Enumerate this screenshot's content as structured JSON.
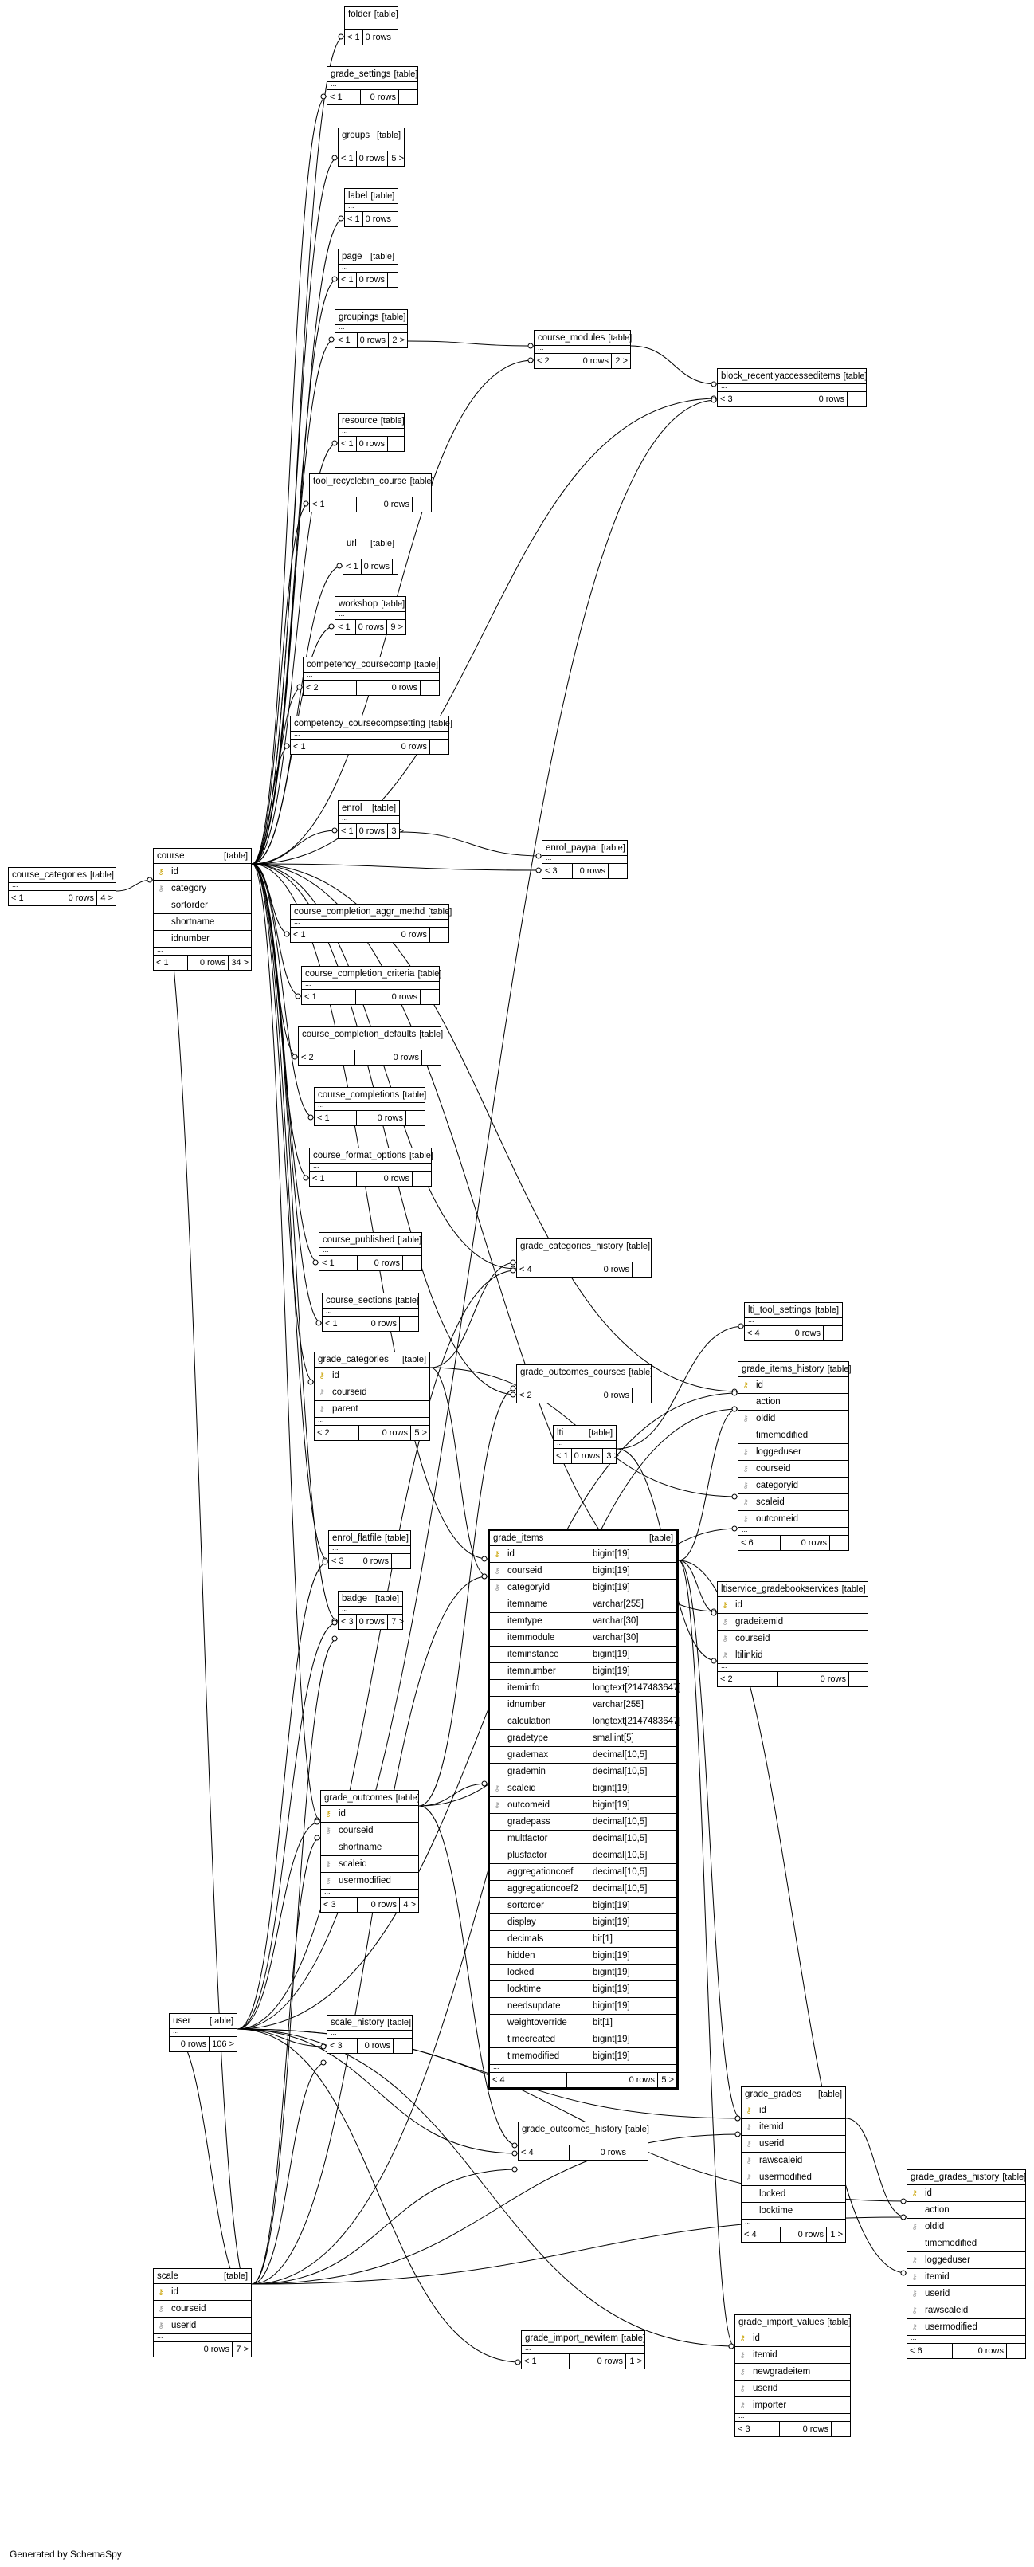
{
  "footer_text": "Generated by SchemaSpy",
  "table_tag": "[table]",
  "colors": {
    "line": "#000000",
    "key_icon": "#c9a200",
    "fk_icon": "#999999"
  },
  "tables": [
    {
      "name": "folder",
      "footer": [
        "< 1",
        "0 rows",
        ""
      ]
    },
    {
      "name": "grade_settings",
      "footer": [
        "< 1",
        "0 rows",
        ""
      ]
    },
    {
      "name": "groups",
      "footer": [
        "< 1",
        "0 rows",
        "5 >"
      ]
    },
    {
      "name": "label",
      "footer": [
        "< 1",
        "0 rows",
        ""
      ]
    },
    {
      "name": "page",
      "footer": [
        "< 1",
        "0 rows",
        ""
      ]
    },
    {
      "name": "groupings",
      "footer": [
        "< 1",
        "0 rows",
        "2 >"
      ]
    },
    {
      "name": "course_modules",
      "footer": [
        "< 2",
        "0 rows",
        "2 >"
      ]
    },
    {
      "name": "block_recentlyaccesseditems",
      "footer": [
        "< 3",
        "0 rows",
        ""
      ]
    },
    {
      "name": "resource",
      "footer": [
        "< 1",
        "0 rows",
        ""
      ]
    },
    {
      "name": "tool_recyclebin_course",
      "footer": [
        "< 1",
        "0 rows",
        ""
      ]
    },
    {
      "name": "url",
      "footer": [
        "< 1",
        "0 rows",
        ""
      ]
    },
    {
      "name": "workshop",
      "footer": [
        "< 1",
        "0 rows",
        "9 >"
      ]
    },
    {
      "name": "competency_coursecomp",
      "footer": [
        "< 2",
        "0 rows",
        ""
      ]
    },
    {
      "name": "competency_coursecompsetting",
      "footer": [
        "< 1",
        "0 rows",
        ""
      ]
    },
    {
      "name": "course_categories",
      "footer": [
        "< 1",
        "0 rows",
        "4 >"
      ]
    },
    {
      "name": "course",
      "columns": [
        {
          "name": "id",
          "kind": "pk"
        },
        {
          "name": "category",
          "kind": "fk"
        },
        {
          "name": "sortorder",
          "kind": ""
        },
        {
          "name": "shortname",
          "kind": ""
        },
        {
          "name": "idnumber",
          "kind": ""
        }
      ],
      "footer": [
        "< 1",
        "0 rows",
        "34 >"
      ]
    },
    {
      "name": "enrol",
      "footer": [
        "< 1",
        "0 rows",
        "3 >"
      ]
    },
    {
      "name": "enrol_paypal",
      "footer": [
        "< 3",
        "0 rows",
        ""
      ]
    },
    {
      "name": "course_completion_aggr_methd",
      "footer": [
        "< 1",
        "0 rows",
        ""
      ]
    },
    {
      "name": "course_completion_criteria",
      "footer": [
        "< 1",
        "0 rows",
        ""
      ]
    },
    {
      "name": "course_completion_defaults",
      "footer": [
        "< 2",
        "0 rows",
        ""
      ]
    },
    {
      "name": "course_completions",
      "footer": [
        "< 1",
        "0 rows",
        ""
      ]
    },
    {
      "name": "course_format_options",
      "footer": [
        "< 1",
        "0 rows",
        ""
      ]
    },
    {
      "name": "course_published",
      "footer": [
        "< 1",
        "0 rows",
        ""
      ]
    },
    {
      "name": "grade_categories_history",
      "footer": [
        "< 4",
        "0 rows",
        ""
      ]
    },
    {
      "name": "course_sections",
      "footer": [
        "< 1",
        "0 rows",
        ""
      ]
    },
    {
      "name": "lti_tool_settings",
      "footer": [
        "< 4",
        "0 rows",
        ""
      ]
    },
    {
      "name": "grade_categories",
      "columns": [
        {
          "name": "id",
          "kind": "pk"
        },
        {
          "name": "courseid",
          "kind": "fk"
        },
        {
          "name": "parent",
          "kind": "fk"
        }
      ],
      "footer": [
        "< 2",
        "0 rows",
        "5 >"
      ]
    },
    {
      "name": "grade_outcomes_courses",
      "footer": [
        "< 2",
        "0 rows",
        ""
      ]
    },
    {
      "name": "grade_items_history",
      "columns": [
        {
          "name": "id",
          "kind": "pk"
        },
        {
          "name": "action",
          "kind": ""
        },
        {
          "name": "oldid",
          "kind": "fk"
        },
        {
          "name": "timemodified",
          "kind": ""
        },
        {
          "name": "loggeduser",
          "kind": "fk"
        },
        {
          "name": "courseid",
          "kind": "fk"
        },
        {
          "name": "categoryid",
          "kind": "fk"
        },
        {
          "name": "scaleid",
          "kind": "fk"
        },
        {
          "name": "outcomeid",
          "kind": "fk"
        }
      ],
      "footer": [
        "< 6",
        "0 rows",
        ""
      ]
    },
    {
      "name": "lti",
      "footer": [
        "< 1",
        "0 rows",
        "3 >"
      ]
    },
    {
      "name": "grade_items",
      "columns": [
        {
          "name": "id",
          "kind": "pk",
          "type": "bigint[19]"
        },
        {
          "name": "courseid",
          "kind": "fk",
          "type": "bigint[19]"
        },
        {
          "name": "categoryid",
          "kind": "fk",
          "type": "bigint[19]"
        },
        {
          "name": "itemname",
          "kind": "",
          "type": "varchar[255]"
        },
        {
          "name": "itemtype",
          "kind": "",
          "type": "varchar[30]"
        },
        {
          "name": "itemmodule",
          "kind": "",
          "type": "varchar[30]"
        },
        {
          "name": "iteminstance",
          "kind": "",
          "type": "bigint[19]"
        },
        {
          "name": "itemnumber",
          "kind": "",
          "type": "bigint[19]"
        },
        {
          "name": "iteminfo",
          "kind": "",
          "type": "longtext[2147483647]"
        },
        {
          "name": "idnumber",
          "kind": "",
          "type": "varchar[255]"
        },
        {
          "name": "calculation",
          "kind": "",
          "type": "longtext[2147483647]"
        },
        {
          "name": "gradetype",
          "kind": "",
          "type": "smallint[5]"
        },
        {
          "name": "grademax",
          "kind": "",
          "type": "decimal[10,5]"
        },
        {
          "name": "grademin",
          "kind": "",
          "type": "decimal[10,5]"
        },
        {
          "name": "scaleid",
          "kind": "fk",
          "type": "bigint[19]"
        },
        {
          "name": "outcomeid",
          "kind": "fk",
          "type": "bigint[19]"
        },
        {
          "name": "gradepass",
          "kind": "",
          "type": "decimal[10,5]"
        },
        {
          "name": "multfactor",
          "kind": "",
          "type": "decimal[10,5]"
        },
        {
          "name": "plusfactor",
          "kind": "",
          "type": "decimal[10,5]"
        },
        {
          "name": "aggregationcoef",
          "kind": "",
          "type": "decimal[10,5]"
        },
        {
          "name": "aggregationcoef2",
          "kind": "",
          "type": "decimal[10,5]"
        },
        {
          "name": "sortorder",
          "kind": "",
          "type": "bigint[19]"
        },
        {
          "name": "display",
          "kind": "",
          "type": "bigint[19]"
        },
        {
          "name": "decimals",
          "kind": "",
          "type": "bit[1]"
        },
        {
          "name": "hidden",
          "kind": "",
          "type": "bigint[19]"
        },
        {
          "name": "locked",
          "kind": "",
          "type": "bigint[19]"
        },
        {
          "name": "locktime",
          "kind": "",
          "type": "bigint[19]"
        },
        {
          "name": "needsupdate",
          "kind": "",
          "type": "bigint[19]"
        },
        {
          "name": "weightoverride",
          "kind": "",
          "type": "bit[1]"
        },
        {
          "name": "timecreated",
          "kind": "",
          "type": "bigint[19]"
        },
        {
          "name": "timemodified",
          "kind": "",
          "type": "bigint[19]"
        }
      ],
      "footer": [
        "< 4",
        "0 rows",
        "5 >"
      ]
    },
    {
      "name": "enrol_flatfile",
      "footer": [
        "< 3",
        "0 rows",
        ""
      ]
    },
    {
      "name": "ltiservice_gradebookservices",
      "columns": [
        {
          "name": "id",
          "kind": "pk"
        },
        {
          "name": "gradeitemid",
          "kind": "fk"
        },
        {
          "name": "courseid",
          "kind": "fk"
        },
        {
          "name": "ltilinkid",
          "kind": "fk"
        }
      ],
      "footer": [
        "< 2",
        "0 rows",
        ""
      ]
    },
    {
      "name": "badge",
      "footer": [
        "< 3",
        "0 rows",
        "7 >"
      ]
    },
    {
      "name": "grade_outcomes",
      "columns": [
        {
          "name": "id",
          "kind": "pk"
        },
        {
          "name": "courseid",
          "kind": "fk"
        },
        {
          "name": "shortname",
          "kind": ""
        },
        {
          "name": "scaleid",
          "kind": "fk"
        },
        {
          "name": "usermodified",
          "kind": "fk"
        }
      ],
      "footer": [
        "< 3",
        "0 rows",
        "4 >"
      ]
    },
    {
      "name": "user",
      "footer": [
        "",
        "0 rows",
        "106 >"
      ]
    },
    {
      "name": "scale_history",
      "footer": [
        "< 3",
        "0 rows",
        ""
      ]
    },
    {
      "name": "grade_grades",
      "columns": [
        {
          "name": "id",
          "kind": "pk"
        },
        {
          "name": "itemid",
          "kind": "fk"
        },
        {
          "name": "userid",
          "kind": "fk"
        },
        {
          "name": "rawscaleid",
          "kind": "fk"
        },
        {
          "name": "usermodified",
          "kind": "fk"
        },
        {
          "name": "locked",
          "kind": ""
        },
        {
          "name": "locktime",
          "kind": ""
        }
      ],
      "footer": [
        "< 4",
        "0 rows",
        "1 >"
      ]
    },
    {
      "name": "grade_outcomes_history",
      "footer": [
        "< 4",
        "0 rows",
        ""
      ]
    },
    {
      "name": "grade_grades_history",
      "columns": [
        {
          "name": "id",
          "kind": "pk"
        },
        {
          "name": "action",
          "kind": ""
        },
        {
          "name": "oldid",
          "kind": "fk"
        },
        {
          "name": "timemodified",
          "kind": ""
        },
        {
          "name": "loggeduser",
          "kind": "fk"
        },
        {
          "name": "itemid",
          "kind": "fk"
        },
        {
          "name": "userid",
          "kind": "fk"
        },
        {
          "name": "rawscaleid",
          "kind": "fk"
        },
        {
          "name": "usermodified",
          "kind": "fk"
        }
      ],
      "footer": [
        "< 6",
        "0 rows",
        ""
      ]
    },
    {
      "name": "scale",
      "columns": [
        {
          "name": "id",
          "kind": "pk"
        },
        {
          "name": "courseid",
          "kind": "fk"
        },
        {
          "name": "userid",
          "kind": "fk"
        }
      ],
      "footer": [
        "",
        "0 rows",
        "7 >"
      ]
    },
    {
      "name": "grade_import_newitem",
      "footer": [
        "< 1",
        "0 rows",
        "1 >"
      ]
    },
    {
      "name": "grade_import_values",
      "columns": [
        {
          "name": "id",
          "kind": "pk"
        },
        {
          "name": "itemid",
          "kind": "fk"
        },
        {
          "name": "newgradeitem",
          "kind": "fk"
        },
        {
          "name": "userid",
          "kind": "fk"
        },
        {
          "name": "importer",
          "kind": "fk"
        }
      ],
      "footer": [
        "< 3",
        "0 rows",
        ""
      ]
    }
  ]
}
